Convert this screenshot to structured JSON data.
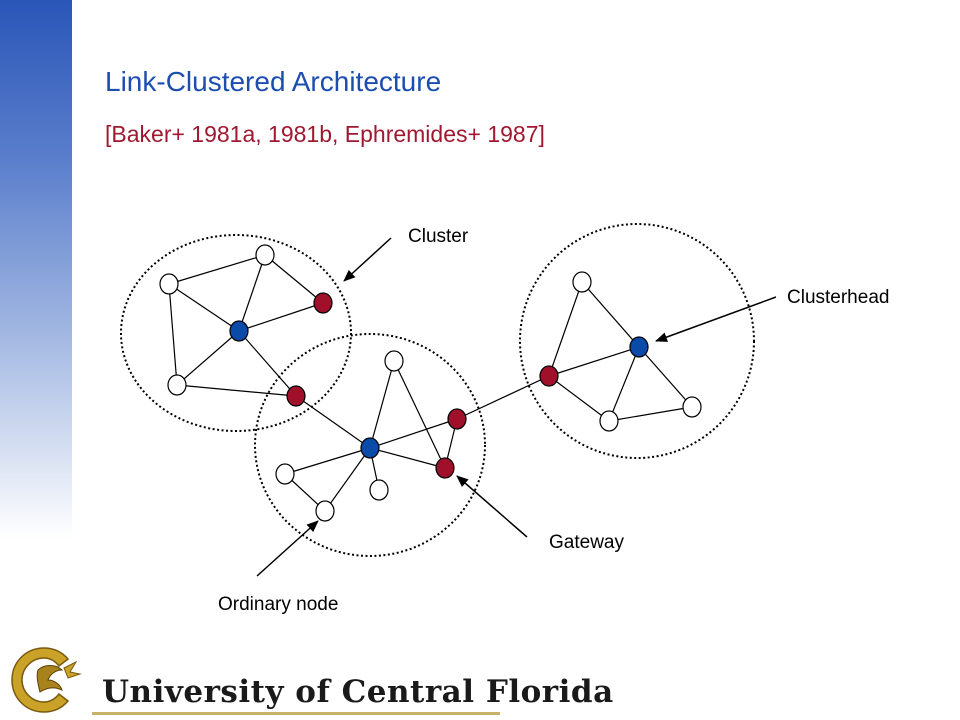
{
  "slide": {
    "title": "Link-Clustered Architecture",
    "subtitle": "[Baker+ 1981a, 1981b, Ephremides+ 1987]"
  },
  "labels": {
    "cluster": "Cluster",
    "clusterhead": "Clusterhead",
    "gateway": "Gateway",
    "ordinary_node": "Ordinary node"
  },
  "colors": {
    "title": "#1c4eb0",
    "subtitle": "#a01830",
    "clusterhead": "#0a4aa8",
    "gateway": "#a0102a",
    "ordinary": "#ffffff"
  },
  "footer": {
    "university": "University of Central Florida"
  }
}
